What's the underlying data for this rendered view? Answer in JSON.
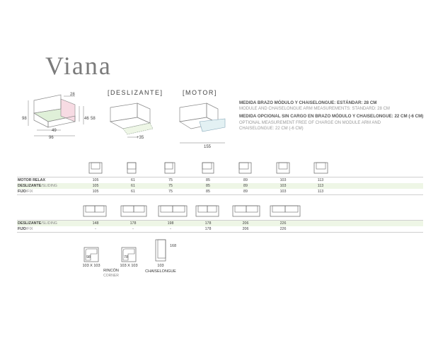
{
  "title": "Viana",
  "dims": {
    "w28": "28",
    "h98": "98",
    "h46": "46",
    "h58": "58",
    "w49": "49",
    "w96": "96",
    "plus35": "+35",
    "w155": "155"
  },
  "tags": {
    "sliding": "[DESLIZANTE]",
    "motor": "[MOTOR]"
  },
  "spec": {
    "arm_std_es": "MEDIDA BRAZO MÓDULO Y CHAISELONGUE: ESTÁNDAR: 28 CM",
    "arm_std_en": "MODULE AND CHAISELONGUE ARM MEASUREMENTS: STANDARD: 28 CM",
    "arm_opt_es": "MEDIDA OPCIONAL SIN CARGO EN BRAZO MÓDULO Y CHAISELONGUE: 22 CM (-6 CM)",
    "arm_opt_en": "OPTIONAL MEASUREMENT FREE OF CHARGE ON MODULE ARM AND CHAISELONGUE: 22 CM (-6 CM)"
  },
  "table1": {
    "rows": [
      {
        "label": "MOTOR RELAX",
        "sub": "",
        "values": [
          "105",
          "61",
          "75",
          "85",
          "89",
          "103",
          "113"
        ]
      },
      {
        "label": "DESLIZANTE",
        "sub": "/SLIDING",
        "values": [
          "105",
          "61",
          "75",
          "85",
          "89",
          "103",
          "113"
        ]
      },
      {
        "label": "FIJO",
        "sub": "/FIX",
        "values": [
          "105",
          "61",
          "75",
          "85",
          "89",
          "103",
          "113"
        ]
      }
    ]
  },
  "table2": {
    "rows": [
      {
        "label": "DESLIZANTE",
        "sub": "/SLIDING",
        "values": [
          "148",
          "178",
          "198",
          "178",
          "206",
          "226"
        ]
      },
      {
        "label": "FIJO",
        "sub": "/FIX",
        "values": [
          "-",
          "-",
          "-",
          "178",
          "206",
          "226"
        ]
      }
    ]
  },
  "corners": [
    {
      "inner": "98",
      "size": "103 X 103"
    },
    {
      "inner": "78",
      "size": "103 X 103",
      "label": "RINCÓN",
      "label_en": "CORNER"
    }
  ],
  "chaise": {
    "depth": "168",
    "width": "103",
    "label": "CHAISELONGUE"
  }
}
